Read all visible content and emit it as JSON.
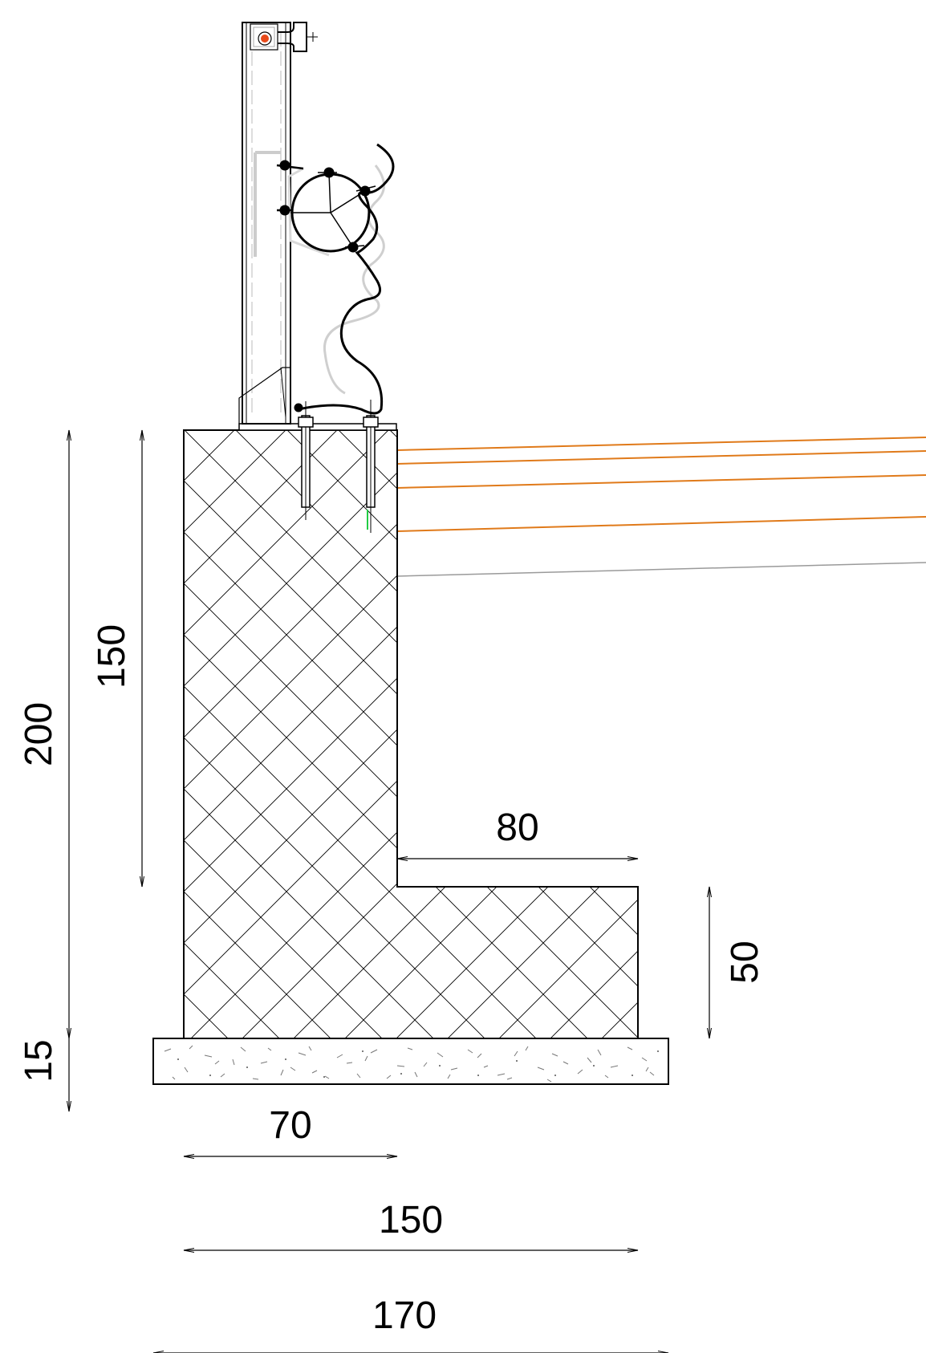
{
  "dimensions": {
    "total_height": "200",
    "wall_height": "150",
    "base_thickness": "15",
    "stem_width": "70",
    "heel_length": "80",
    "heel_height": "50",
    "footing_width": "150",
    "blinding_width": "170"
  },
  "colors": {
    "line": "#000000",
    "reinforcement": "#e07a1a",
    "ground_line": "#9a9a9a",
    "anchor_highlight": "#22cc44",
    "post_light": "#d8d8d8",
    "bolt_cap": "#e84a1a"
  },
  "icons": {
    "barrier": "guardrail-barrier-icon",
    "anchors": "anchor-bolt-icon"
  }
}
